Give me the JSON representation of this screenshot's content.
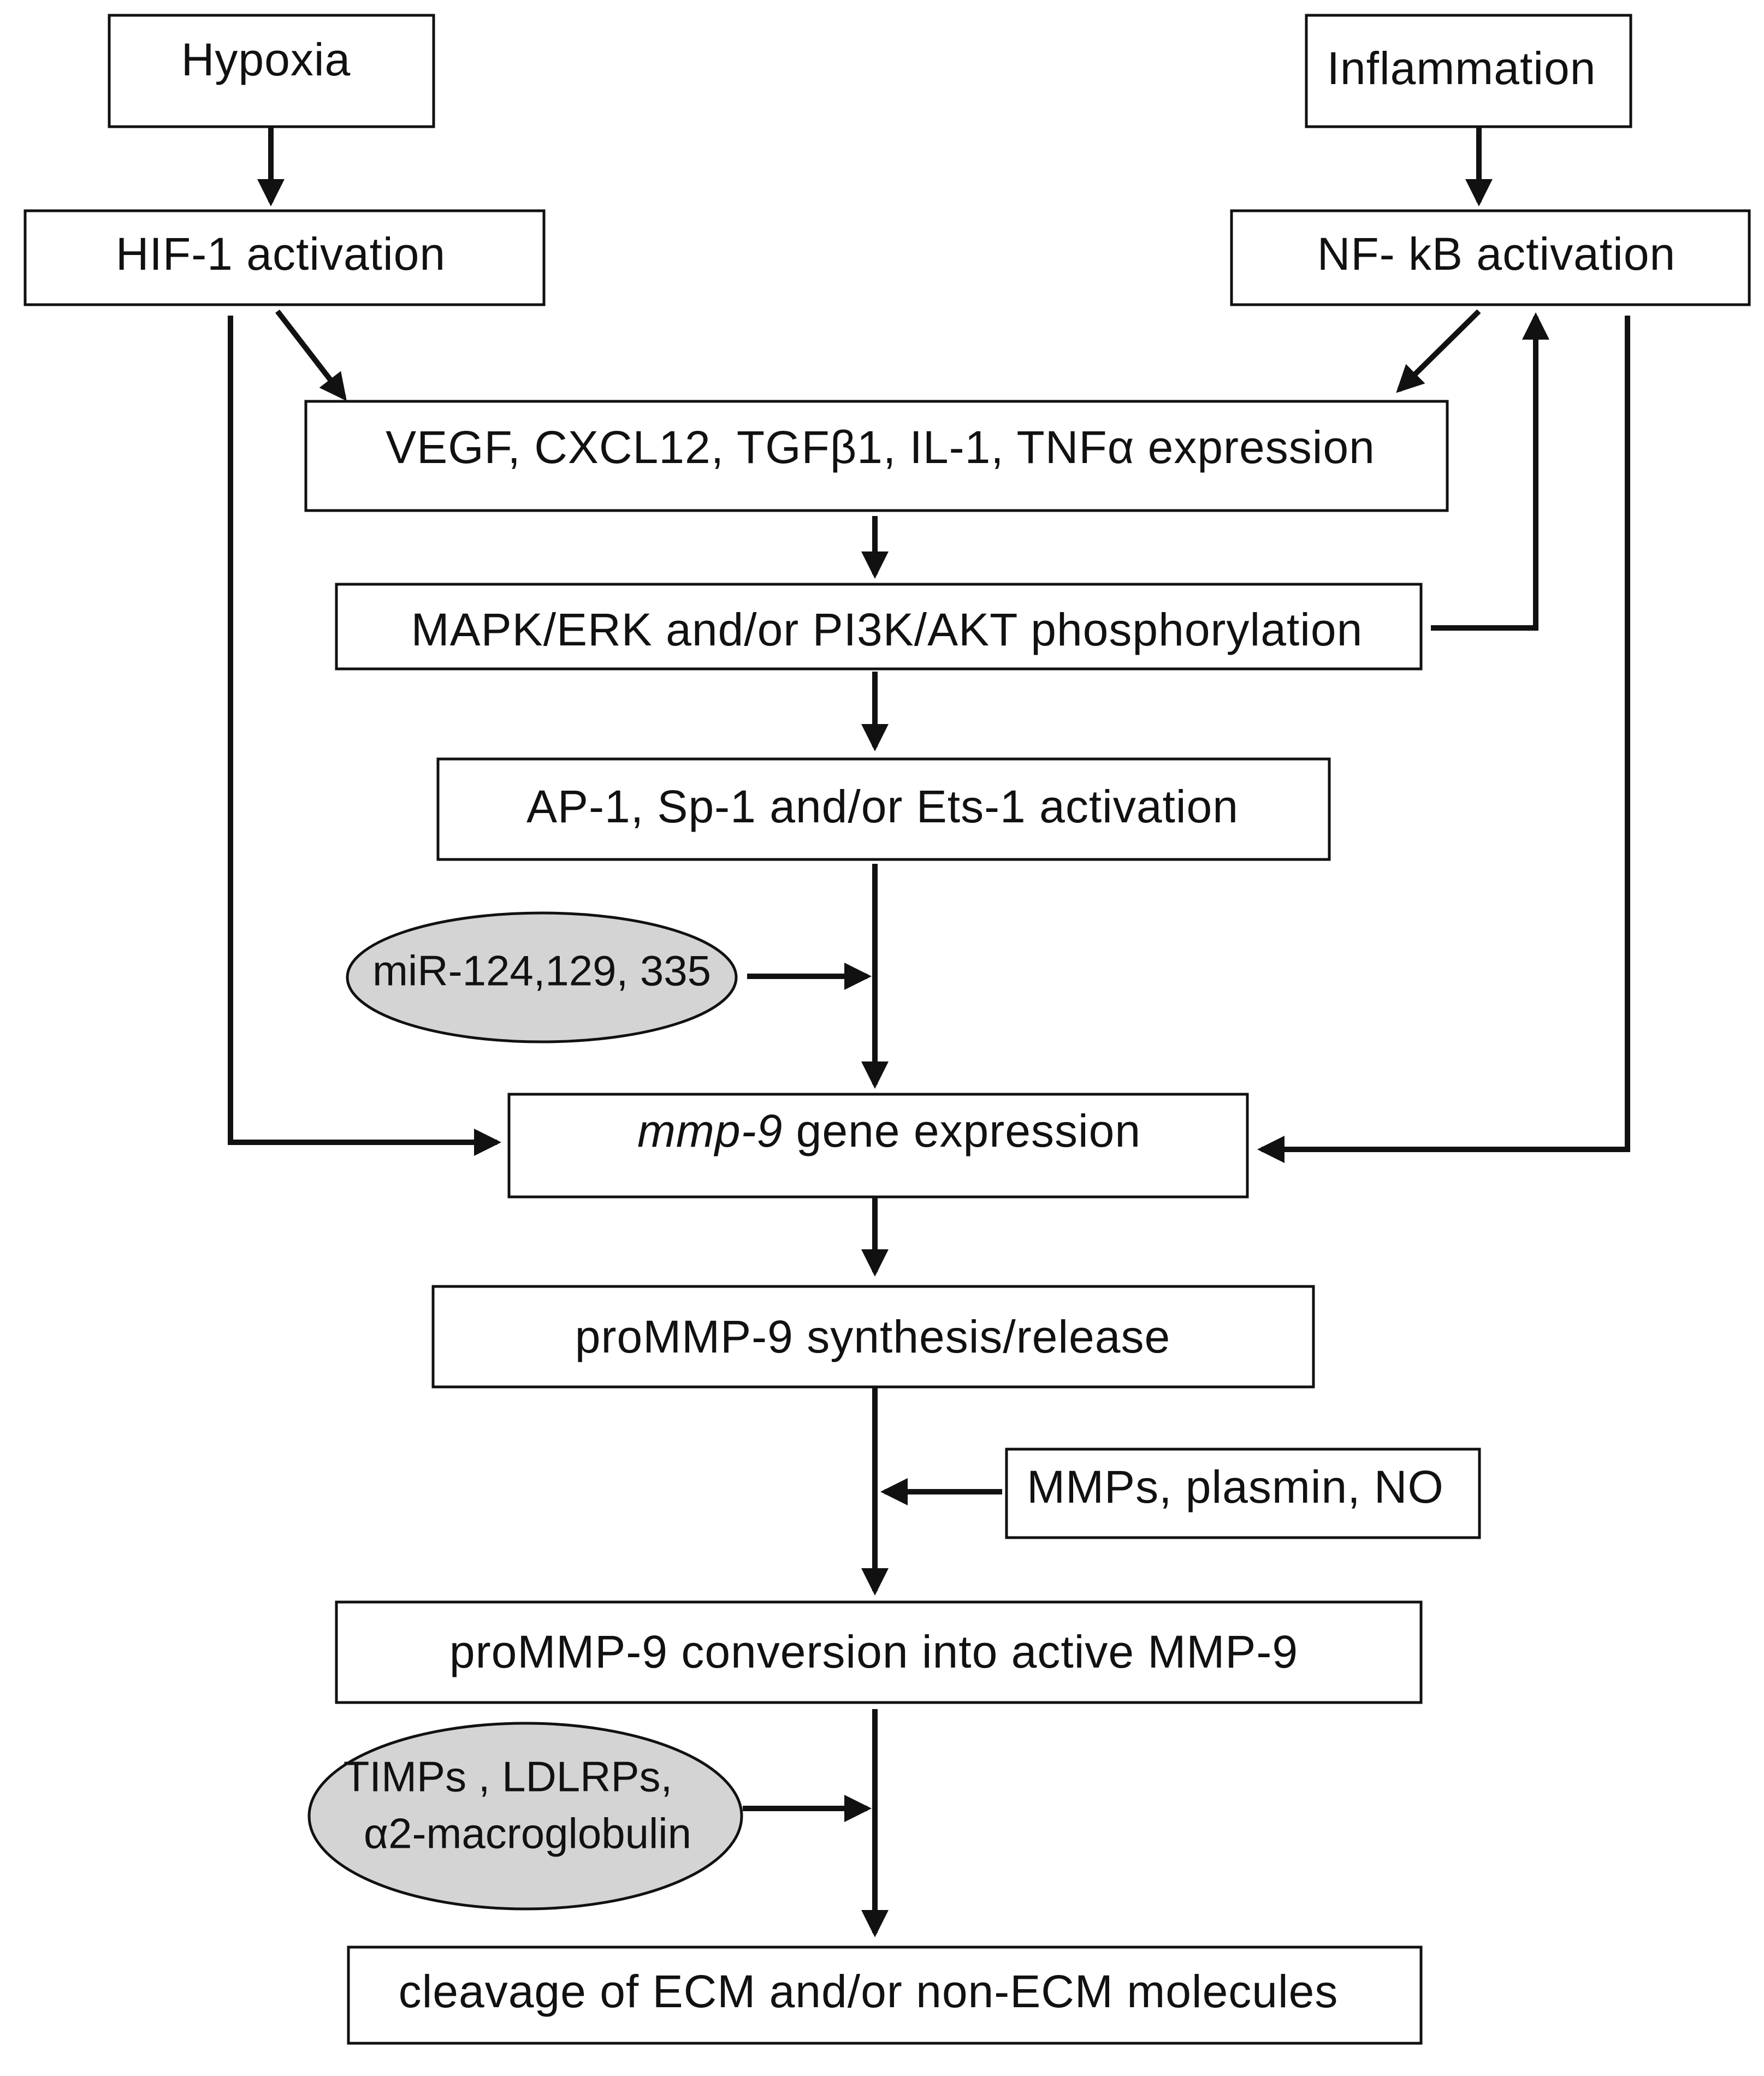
{
  "colors": {
    "line": "#111111",
    "box_fill": "#ffffff",
    "modifier_fill": "#d4d4d4"
  },
  "nodes": {
    "hypoxia": "Hypoxia",
    "inflammation": "Inflammation",
    "hif1": "HIF-1 activation",
    "nfkb": "NF- kB  activation",
    "cytokines": "VEGF, CXCL12, TGFβ1, IL-1, TNFα expression",
    "mapk": "MAPK/ERK and/or PI3K/AKT phosphorylation",
    "ap1": "AP-1, Sp-1 and/or Ets-1 activation",
    "mmp9_gene_italic": "mmp-9",
    "mmp9_gene_rest": " gene expression",
    "prommp9_synth": "proMMP-9 synthesis/release",
    "mmps_plasmin": "MMPs, plasmin, NO",
    "prommp9_conv": "proMMP-9 conversion into active MMP-9",
    "cleavage": "cleavage of ECM and/or non-ECM molecules"
  },
  "modifiers": {
    "mir": "miR-124,129, 335",
    "timps_line1": "TIMPs , LDLRPs,",
    "timps_line2": "α2-macroglobulin"
  }
}
